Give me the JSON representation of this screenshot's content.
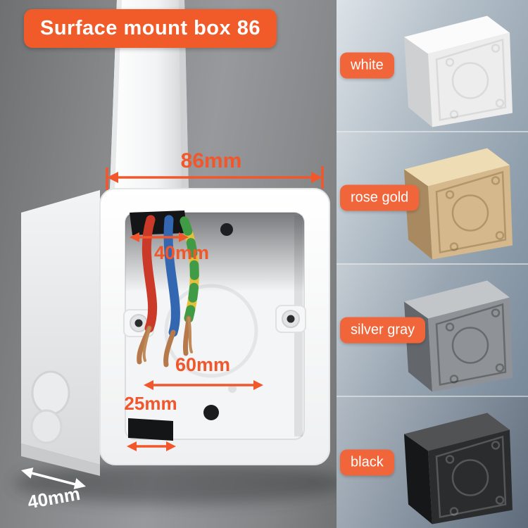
{
  "banner": {
    "title": "Surface mount box 86",
    "bg_color": "#f15a29",
    "text_color": "#ffffff"
  },
  "dimension_labels": {
    "outer_width": "86mm",
    "top_knockout": "40mm",
    "inner_width": "60mm",
    "bottom_knockout": "25mm",
    "depth": "40mm"
  },
  "dimension_color": "#f2572b",
  "depth_label_color": "#ffffff",
  "variants": [
    {
      "label": "white",
      "color": "#ededee"
    },
    {
      "label": "rose gold",
      "color": "#d5b98c"
    },
    {
      "label": "silver gray",
      "color": "#8f9397"
    },
    {
      "label": "black",
      "color": "#2b2c2e"
    }
  ],
  "badge": {
    "bg_color": "#f0663a",
    "text_color": "#ffffff"
  },
  "scene": {
    "wall_color": "#8b8d8f",
    "box_color": "#ffffff",
    "wire_colors": [
      "#cb3a28",
      "#3467b1",
      "#e3bf3a",
      "#3f9b45"
    ]
  }
}
